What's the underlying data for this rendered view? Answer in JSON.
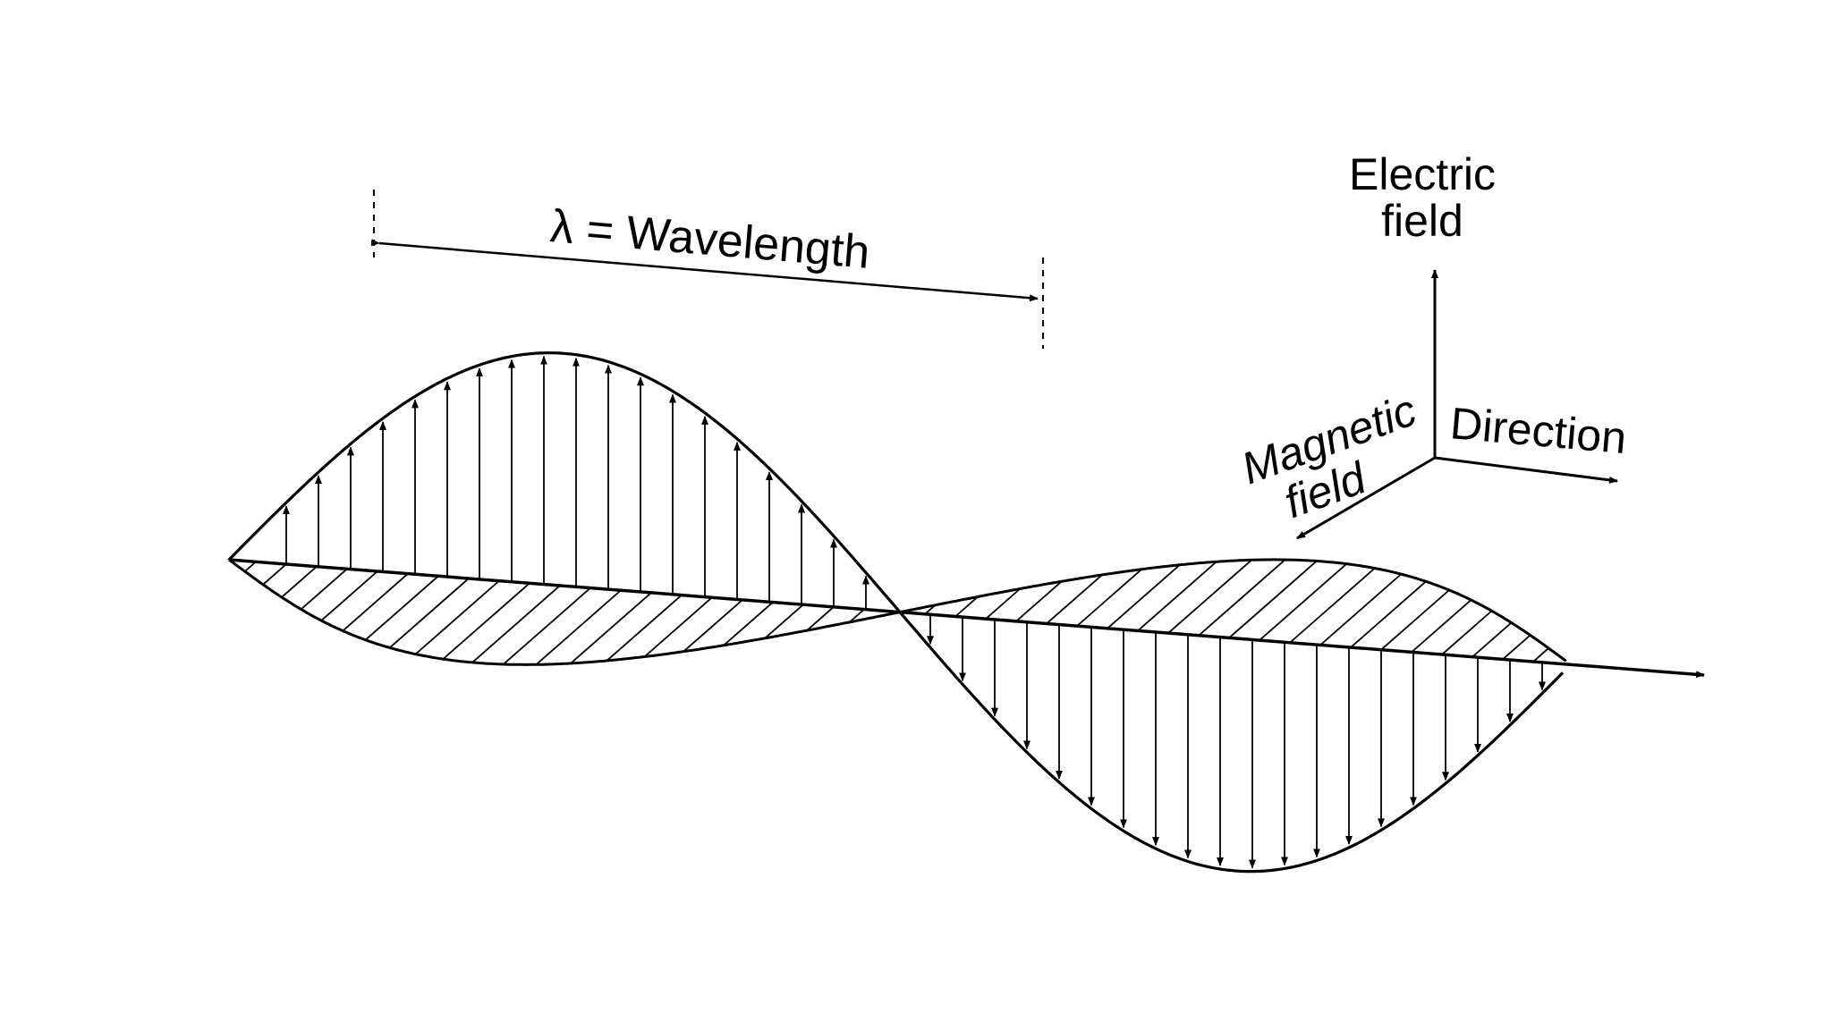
{
  "labels": {
    "wavelength": "λ = Wavelength",
    "electric_line1": "Electric",
    "electric_line2": "field",
    "magnetic_line1": "Magnetic",
    "magnetic_line2": "field",
    "direction": "Direction"
  },
  "colors": {
    "ink": "#000000",
    "background": "#ffffff"
  }
}
